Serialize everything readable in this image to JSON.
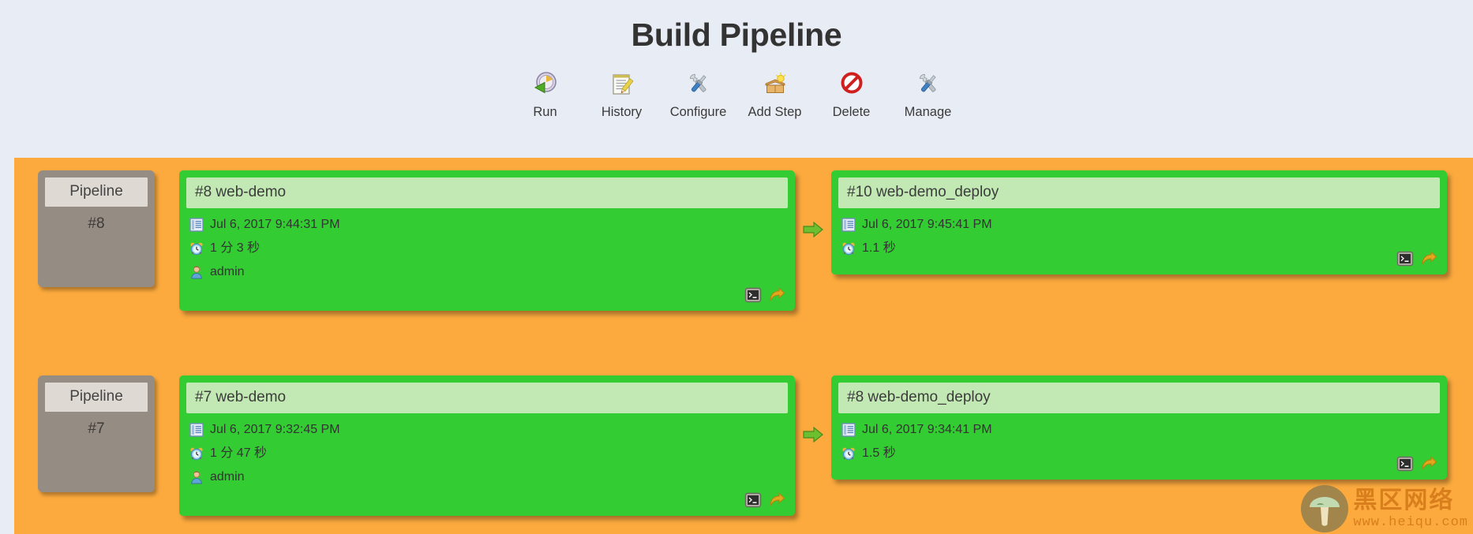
{
  "header": {
    "title": "Build Pipeline",
    "toolbar": [
      {
        "label": "Run",
        "icon": "run-clock-icon"
      },
      {
        "label": "History",
        "icon": "history-notepad-icon"
      },
      {
        "label": "Configure",
        "icon": "configure-wrench-icon"
      },
      {
        "label": "Add Step",
        "icon": "add-step-box-icon"
      },
      {
        "label": "Delete",
        "icon": "delete-forbidden-icon"
      },
      {
        "label": "Manage",
        "icon": "manage-wrench-icon"
      }
    ]
  },
  "colors": {
    "page_background": "#e8ecf4",
    "panel_background": "#fcaa3e",
    "card_success": "#33cc33",
    "card_title_background": "#c2e8b4",
    "pipeline_header_background": "#958d84",
    "pipeline_header_title_background": "#ded9d2",
    "title_text": "#333333"
  },
  "pipeline_rows": [
    {
      "header": {
        "title": "Pipeline",
        "number": "#8"
      },
      "stages": [
        {
          "title": "#8 web-demo",
          "date_icon": "log-list-icon",
          "date": "Jul 6, 2017 9:44:31 PM",
          "duration_icon": "alarm-clock-icon",
          "duration": "1 分 3 秒",
          "user_icon": "user-icon",
          "user": "admin",
          "actions": [
            "console-terminal-icon",
            "rerun-arrow-icon"
          ]
        },
        {
          "title": "#10 web-demo_deploy",
          "date_icon": "log-list-icon",
          "date": "Jul 6, 2017 9:45:41 PM",
          "duration_icon": "alarm-clock-icon",
          "duration": "1.1 秒",
          "user_icon": "user-icon",
          "user": "",
          "actions": [
            "console-terminal-icon",
            "rerun-arrow-icon"
          ]
        }
      ]
    },
    {
      "header": {
        "title": "Pipeline",
        "number": "#7"
      },
      "stages": [
        {
          "title": "#7 web-demo",
          "date_icon": "log-list-icon",
          "date": "Jul 6, 2017 9:32:45 PM",
          "duration_icon": "alarm-clock-icon",
          "duration": "1 分 47 秒",
          "user_icon": "user-icon",
          "user": "admin",
          "actions": [
            "console-terminal-icon",
            "rerun-arrow-icon"
          ]
        },
        {
          "title": "#8 web-demo_deploy",
          "date_icon": "log-list-icon",
          "date": "Jul 6, 2017 9:34:41 PM",
          "duration_icon": "alarm-clock-icon",
          "duration": "1.5 秒",
          "user_icon": "user-icon",
          "user": "",
          "actions": [
            "console-terminal-icon",
            "rerun-arrow-icon"
          ]
        }
      ]
    }
  ],
  "watermark": {
    "cn": "黑区网络",
    "url": "www.heiqu.com"
  }
}
